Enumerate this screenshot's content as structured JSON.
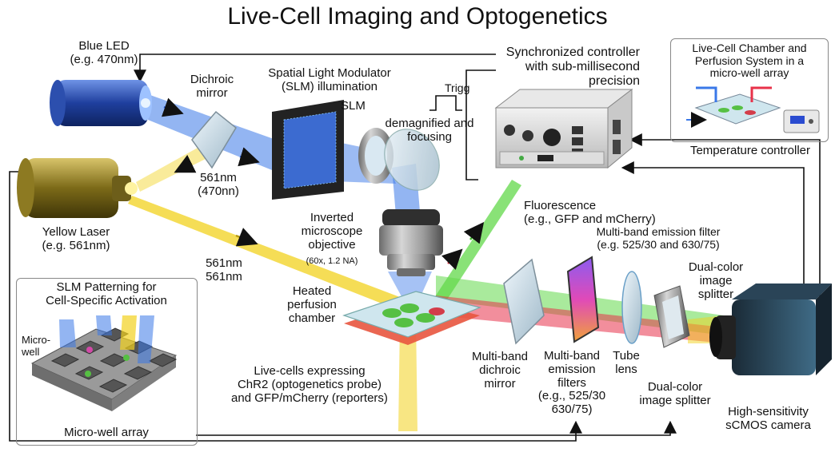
{
  "title": "Live-Cell Imaging and Optogenetics",
  "labels": {
    "blue_led": "Blue LED\n(e.g. 470nm)",
    "yellow_laser": "Yellow Laser\n(e.g. 561nm)",
    "dichroic_mirror": "Dichroic\nmirror",
    "dichroic_wavelengths": "561nm\n(470nn)",
    "slm_illumination": "Spatial Light Modulator\n(SLM) illumination",
    "slm": "SLM",
    "controller": "Synchronized controller\nwith sub-millisecond\nprecision",
    "trigger": "Trigg",
    "demagnified": "demagnified and\nfocusing",
    "objective": "Inverted\nmicroscope\nobjective",
    "objective_specs": "(60x, 1.2 NA)",
    "laser_wavelength": "561nm\n561nm",
    "heated_chamber": "Heated\nperfusion\nchamber",
    "live_cells": "Live-cells expressing\nChR2 (optogenetics probe)\nand GFP/mCherry (reporters)",
    "fluorescence": "Fluorescence\n(e.g., GFP and mCherry)",
    "emission_filter_top": "Multi-band emission filter\n(e.g. 525/30 and 630/75)",
    "dual_color_top": "Dual-color\nimage\nsplitter",
    "multiband_dichroic": "Multi-band\ndichroic\nmirror",
    "emission_filters_bottom": "Multi-band\nemission\nfilters\n(e.g., 525/30\n630/75)",
    "tube_lens": "Tube\nlens",
    "dual_color_bottom": "Dual-color\nimage splitter",
    "camera": "High-sensitivity\nsCMOS camera",
    "temperature_controller": "Temperature controller",
    "chamber_inset_title": "Live-Cell Chamber and\nPerfusion System in a\nmicro-well array",
    "slm_inset_title": "SLM Patterning for\nCell-Specific Activation",
    "micro_well": "Micro-\nwell",
    "micro_well_array": "Micro-well array"
  },
  "colors": {
    "blue_beam": "#3a78e8",
    "yellow_beam": "#f2d21e",
    "green_beam": "#62d84a",
    "red_beam": "#e8324a",
    "dark_device": "#2c3e4f"
  }
}
